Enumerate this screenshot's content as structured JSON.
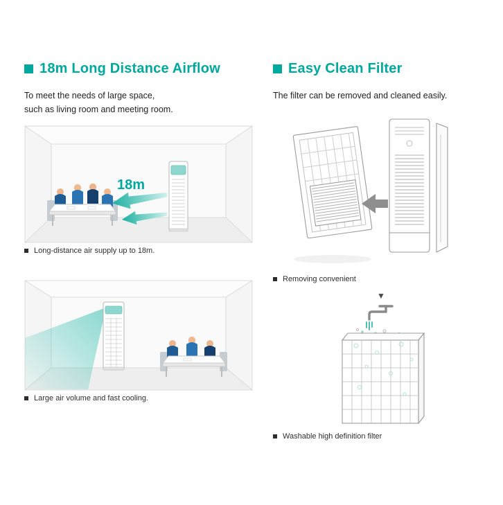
{
  "colors": {
    "accent": "#00A99D",
    "airflow-dark": "#1db1a2",
    "airflow-light": "#cff0ec",
    "line-gray": "#9b9b9b",
    "caption-bullet": "#2d2d2d"
  },
  "icons": {
    "down_arrow": "▼"
  },
  "left_section": {
    "title": "18m Long Distance Airflow",
    "subtitle": [
      "To meet the needs of large space,",
      "such as living room and meeting room."
    ],
    "figure1": {
      "airflow_label": "18m",
      "caption": "Long-distance air supply up to 18m."
    },
    "figure2": {
      "caption": "Large air volume and fast cooling."
    }
  },
  "right_section": {
    "title": "Easy Clean Filter",
    "subtitle": "The filter can be removed and cleaned easily.",
    "figure1": {
      "caption": "Removing convenient"
    },
    "figure2": {
      "caption": "Washable high definition filter"
    }
  }
}
